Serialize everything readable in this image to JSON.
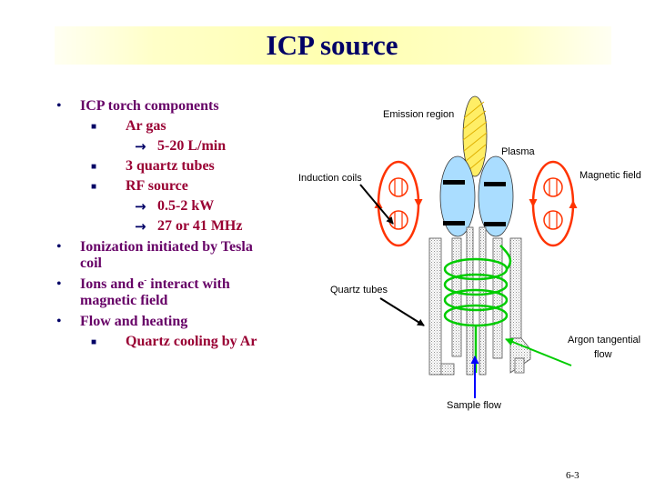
{
  "slide": {
    "title": "ICP source",
    "page_number": "6-3"
  },
  "bullets": {
    "torch_components": "ICP torch components",
    "ar_gas": "Ar gas",
    "flow_rate": "5-20 L/min",
    "quartz_tubes": "3 quartz tubes",
    "rf_source": "RF source",
    "power": "0.5-2 kW",
    "frequency": "27 or 41 MHz",
    "ionization_line1": "Ionization initiated by Tesla",
    "ionization_line2": "coil",
    "ions_prefix": "Ions and e",
    "ions_sup": "-",
    "ions_suffix": " interact with",
    "ions_line2": "magnetic field",
    "flow_heating": "Flow and heating",
    "quartz_cooling": "Quartz cooling by Ar"
  },
  "diagram": {
    "emission_region": "Emission region",
    "plasma": "Plasma",
    "induction_coils": "Induction coils",
    "magnetic_field": "Magnetic field",
    "quartz_tubes": "Quartz tubes",
    "argon_tangential_line1": "Argon tangential",
    "argon_tangential_line2": "flow",
    "sample_flow": "Sample flow"
  },
  "colors": {
    "title_text": "#000066",
    "bullet_text": "#660066",
    "sub_bullet_text": "#990033",
    "coil_green": "#00cc00",
    "field_red": "#ff3300",
    "plasma_blue": "#aaddff",
    "emission_yellow": "#ffee66",
    "sample_arrow_blue": "#0000ff"
  }
}
